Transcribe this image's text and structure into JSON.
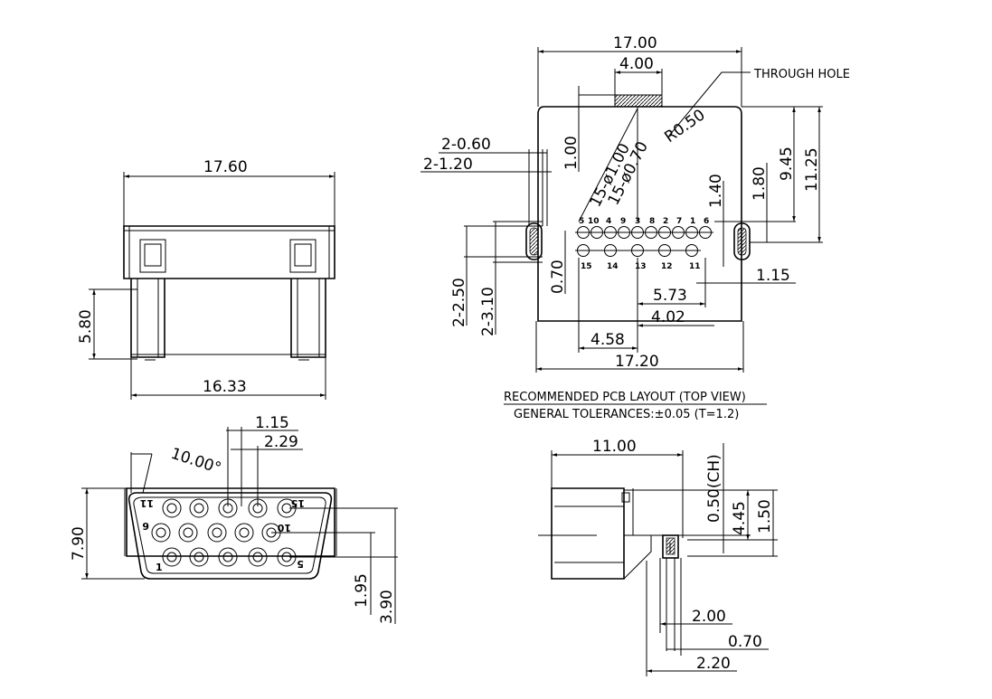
{
  "front_view": {
    "width_top": "17.60",
    "height": "5.80",
    "width_bottom": "16.33"
  },
  "pcb_layout": {
    "width_top": "17.00",
    "slot_width": "4.00",
    "through_hole_label": "THROUGH HOLE",
    "radius": "R0.50",
    "slot_height": "1.00",
    "hole_spec_1": "15-ø1.00",
    "hole_spec_2": "15-ø0.70",
    "slot_w1": "2-0.60",
    "slot_w2": "2-1.20",
    "dim_1_40": "1.40",
    "dim_1_80": "1.80",
    "dim_9_45": "9.45",
    "dim_11_25": "11.25",
    "dim_2_50": "2-2.50",
    "dim_3_10": "2-3.10",
    "dim_0_70": "0.70",
    "dim_1_15": "1.15",
    "dim_5_73": "5.73",
    "dim_4_02": "4.02",
    "dim_4_58": "4.58",
    "width_bottom": "17.20",
    "top_pins": [
      "5",
      "10",
      "4",
      "9",
      "3",
      "8",
      "2",
      "7",
      "1",
      "6"
    ],
    "bottom_pins": [
      "15",
      "14",
      "13",
      "12",
      "11"
    ],
    "caption_title": "RECOMMENDED PCB LAYOUT (TOP VIEW)",
    "caption_tolerance": "GENERAL TOLERANCES:±0.05  (T=1.2)"
  },
  "socket_view": {
    "pitch": "1.15",
    "pitch2": "2.29",
    "angle": "10.00°",
    "height": "7.90",
    "dim_1_95": "1.95",
    "dim_3_90": "3.90",
    "pin_11": "11",
    "pin_6": "6",
    "pin_1": "1",
    "pin_15": "15",
    "pin_10": "10",
    "pin_5": "5"
  },
  "side_view": {
    "width": "11.00",
    "chamfer": "0.50(CH)",
    "dim_4_45": "4.45",
    "dim_1_50": "1.50",
    "dim_2_00": "2.00",
    "dim_0_70": "0.70",
    "dim_2_20": "2.20"
  }
}
